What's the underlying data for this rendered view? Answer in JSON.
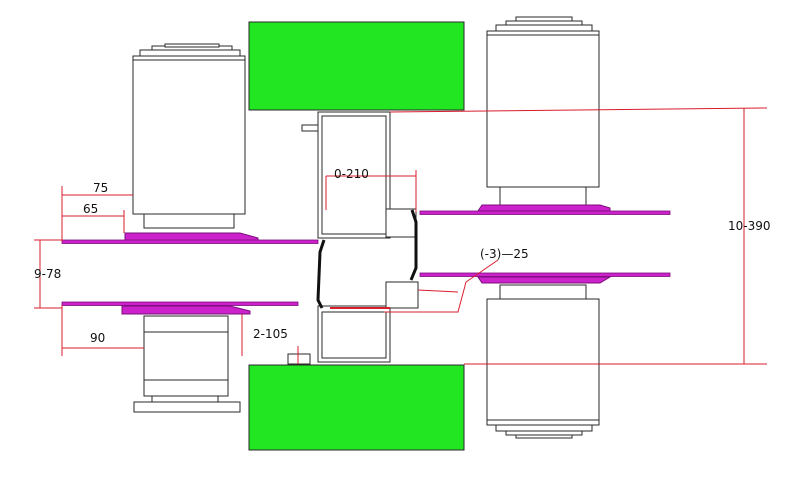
{
  "colors": {
    "background": "#ffffff",
    "outline": "#2a2a2a",
    "dimension_line": "#d81c2c",
    "roller_plate": "#cc22cc",
    "roller_plate_edge": "#7a0f7a",
    "support_block": "#22e622"
  },
  "dimensions": {
    "d75": "75",
    "d65": "65",
    "d9_78": "9-78",
    "d90": "90",
    "d2_105": "2-105",
    "d0_210": "0-210",
    "dm3_25": "(-3)—25",
    "d10_390": "10-390"
  }
}
